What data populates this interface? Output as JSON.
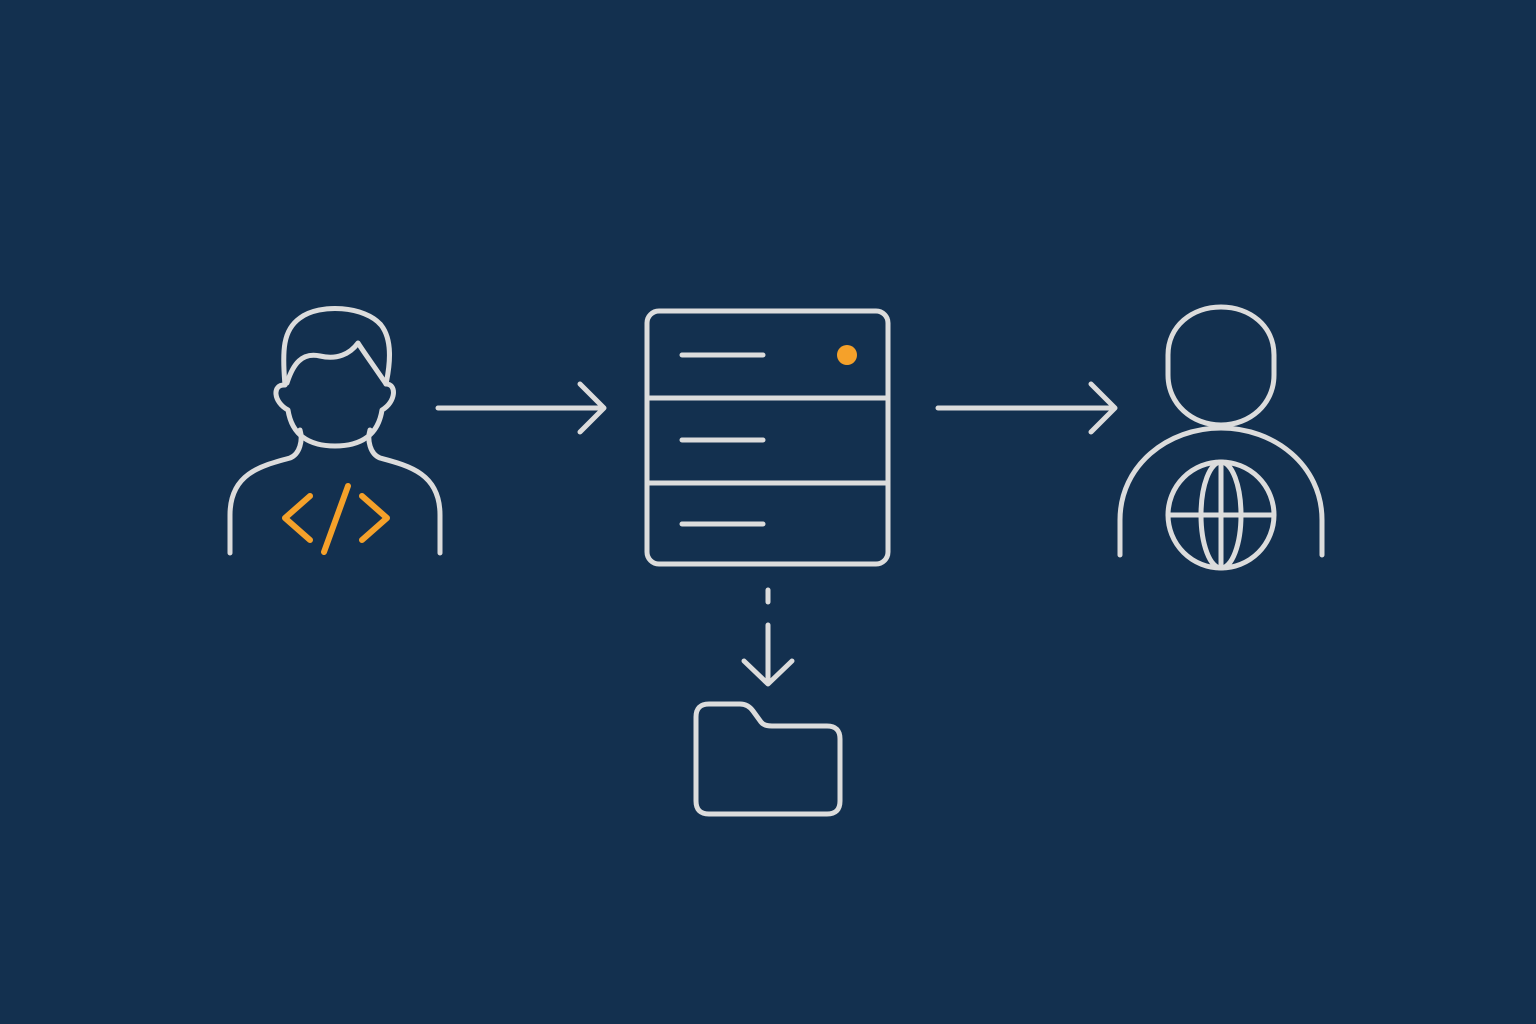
{
  "colors": {
    "background": "#13304f",
    "line": "#dcdcdc",
    "accent": "#f5a12a"
  },
  "nodes": [
    {
      "id": "developer",
      "icon": "developer-code-icon"
    },
    {
      "id": "server",
      "icon": "server-icon"
    },
    {
      "id": "storage",
      "icon": "folder-icon"
    },
    {
      "id": "global-user",
      "icon": "global-user-icon"
    }
  ],
  "edges": [
    {
      "from": "developer",
      "to": "server",
      "style": "solid"
    },
    {
      "from": "server",
      "to": "global-user",
      "style": "solid"
    },
    {
      "from": "server",
      "to": "storage",
      "style": "dashed"
    }
  ]
}
